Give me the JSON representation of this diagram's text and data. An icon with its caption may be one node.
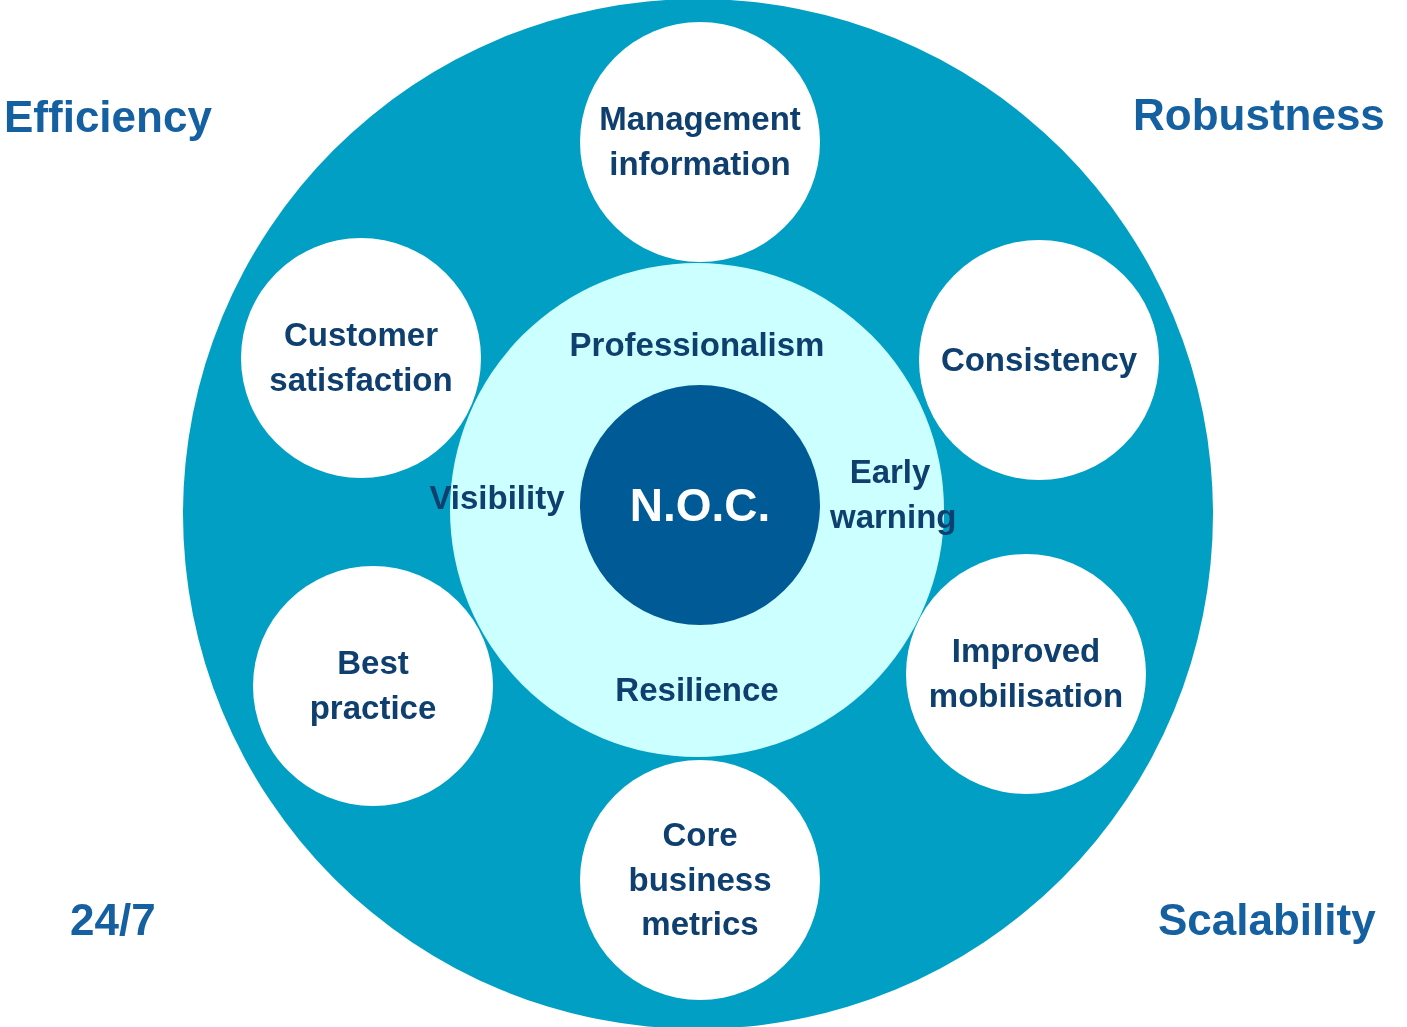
{
  "diagram": {
    "nodes": [
      {
        "text": [],
        "shape": "circle"
      },
      {
        "text": [
          "Professionalism",
          "Visibility",
          "Early warning",
          "Resilience"
        ],
        "in": 0
      },
      {
        "text": [
          "N.O.C."
        ],
        "in": 1
      },
      {
        "text": [
          "Management information"
        ],
        "in": 0
      },
      {
        "text": [
          "Customer satisfaction"
        ],
        "in": 0
      },
      {
        "text": [
          "Consistency"
        ],
        "in": 0
      },
      {
        "text": [
          "Best practice"
        ],
        "in": 0
      },
      {
        "text": [
          "Improved mobilisation"
        ],
        "in": 0
      },
      {
        "text": [
          "Core business metrics"
        ],
        "in": 0
      }
    ],
    "labels": [
      "Efficiency",
      "Robustness",
      "24/7",
      "Scalability"
    ]
  }
}
